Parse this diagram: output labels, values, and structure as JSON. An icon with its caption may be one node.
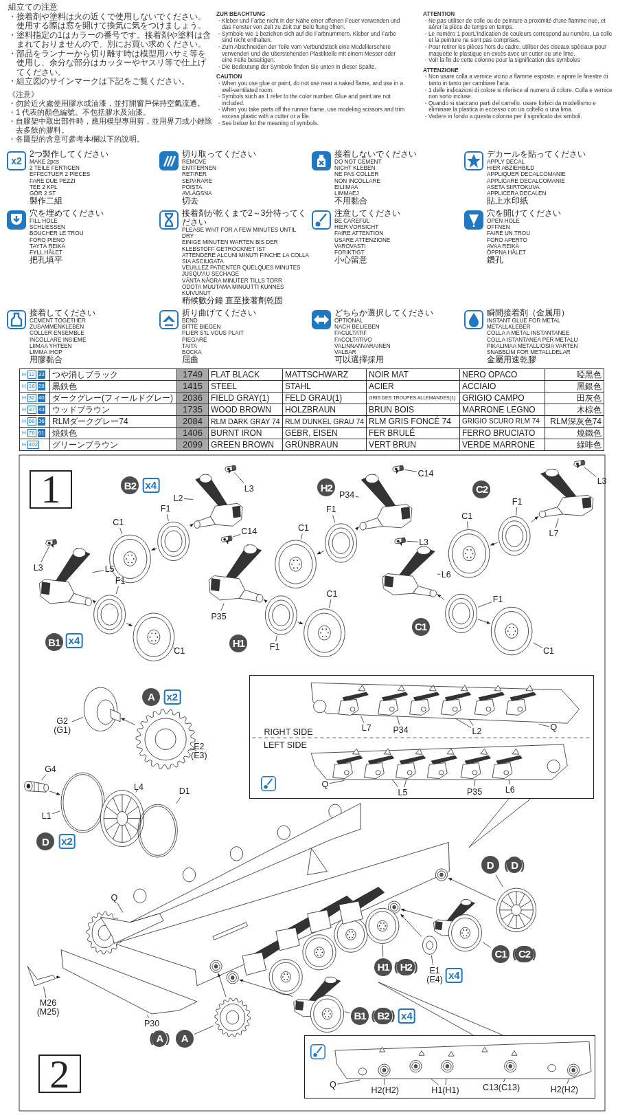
{
  "diagram": {
    "nodes": [
      {
        "text": [
          "1"
        ]
      },
      {
        "text": [
          "B2"
        ]
      },
      {
        "text": [
          "x4"
        ]
      },
      {
        "text": [
          "L3"
        ]
      },
      {
        "text": [
          "L2"
        ]
      },
      {
        "text": [
          "F1"
        ]
      },
      {
        "text": [
          "C1"
        ]
      },
      {
        "text": [
          "H2"
        ]
      },
      {
        "text": [
          "C14"
        ]
      },
      {
        "text": [
          "P34"
        ]
      },
      {
        "text": [
          "F1"
        ]
      },
      {
        "text": [
          "C1"
        ]
      },
      {
        "text": [
          "C2"
        ]
      },
      {
        "text": [
          "L3"
        ]
      },
      {
        "text": [
          "F1"
        ]
      },
      {
        "text": [
          "C1"
        ]
      },
      {
        "text": [
          "L7"
        ]
      },
      {
        "text": [
          "C14"
        ]
      },
      {
        "text": [
          "L3"
        ]
      },
      {
        "text": [
          "L6"
        ]
      },
      {
        "text": [
          "L3"
        ]
      },
      {
        "text": [
          "L5"
        ]
      },
      {
        "text": [
          "F1"
        ]
      },
      {
        "text": [
          "C1"
        ]
      },
      {
        "text": [
          "F1"
        ]
      },
      {
        "text": [
          "P35"
        ]
      },
      {
        "text": [
          "C1"
        ]
      },
      {
        "text": [
          "B1"
        ]
      },
      {
        "text": [
          "x4"
        ]
      },
      {
        "text": [
          "H1"
        ]
      },
      {
        "text": [
          "C1"
        ]
      },
      {
        "text": [
          "F1"
        ]
      },
      {
        "text": [
          "C1"
        ]
      },
      {
        "text": [
          "RIGHT SIDE",
          "LEFT SIDE"
        ]
      },
      {
        "text": [
          "L7"
        ],
        "in": 33
      },
      {
        "text": [
          "P34"
        ],
        "in": 33
      },
      {
        "text": [
          "L2"
        ],
        "in": 33
      },
      {
        "text": [
          "Q"
        ],
        "in": 33
      },
      {
        "text": [
          "Q"
        ],
        "in": 33
      },
      {
        "text": [
          "L5"
        ],
        "in": 33
      },
      {
        "text": [
          "P35"
        ],
        "in": 33
      },
      {
        "text": [
          "L6"
        ],
        "in": 33
      },
      {
        "text": [
          "A"
        ]
      },
      {
        "text": [
          "x2"
        ]
      },
      {
        "text": [
          "G2 (G1)"
        ]
      },
      {
        "text": [
          "E2 (E3)"
        ]
      },
      {
        "text": [
          "G4"
        ]
      },
      {
        "text": [
          "L4"
        ]
      },
      {
        "text": [
          "D1"
        ]
      },
      {
        "text": [
          "L1"
        ]
      },
      {
        "text": [
          "D"
        ]
      },
      {
        "text": [
          "x2"
        ]
      },
      {
        "text": [
          "D"
        ]
      },
      {
        "text": [
          "(D)"
        ]
      },
      {
        "text": [
          "Q"
        ]
      },
      {
        "text": [
          "C1"
        ]
      },
      {
        "text": [
          "(C2)"
        ]
      },
      {
        "text": [
          "H1"
        ]
      },
      {
        "text": [
          "(H2)"
        ]
      },
      {
        "text": [
          "E1 (E4)"
        ]
      },
      {
        "text": [
          "x4"
        ]
      },
      {
        "text": [
          "M26 (M25)"
        ]
      },
      {
        "text": [
          "P30"
        ]
      },
      {
        "text": [
          "B1"
        ]
      },
      {
        "text": [
          "(B2)"
        ]
      },
      {
        "text": [
          "x4"
        ]
      },
      {
        "text": [
          "(A)"
        ]
      },
      {
        "text": [
          "A"
        ]
      },
      {
        "text": [],
        "shape": "box"
      },
      {
        "text": [
          "Q"
        ],
        "in": 68
      },
      {
        "text": [
          "H2(H2)"
        ],
        "in": 68
      },
      {
        "text": [
          "H1(H1)"
        ],
        "in": 68
      },
      {
        "text": [
          "C13(C13)"
        ],
        "in": 68
      },
      {
        "text": [
          "H2(H2)"
        ],
        "in": 68
      },
      {
        "text": [
          "2"
        ]
      },
      {
        "text": [],
        "shape": "picture"
      },
      {
        "text": [],
        "shape": "picture"
      },
      {
        "text": [],
        "shape": "picture"
      },
      {
        "text": [],
        "shape": "picture"
      },
      {
        "text": [],
        "shape": "picture"
      },
      {
        "text": [],
        "shape": "picture"
      },
      {
        "text": [],
        "shape": "picture"
      },
      {
        "text": [],
        "shape": "picture"
      },
      {
        "text": [],
        "shape": "picture"
      },
      {
        "text": [],
        "shape": "picture"
      },
      {
        "text": [],
        "shape": "picture"
      },
      {
        "text": [],
        "shape": "picture"
      },
      {
        "text": [],
        "shape": "picture"
      },
      {
        "text": [],
        "shape": "picture"
      },
      {
        "text": [],
        "shape": "picture"
      },
      {
        "text": [],
        "shape": "picture"
      },
      {
        "text": [],
        "shape": "picture"
      },
      {
        "text": [],
        "shape": "picture"
      },
      {
        "text": [],
        "shape": "picture"
      },
      {
        "text": [],
        "shape": "picture"
      },
      {
        "text": [],
        "shape": "picture"
      },
      {
        "text": [],
        "shape": "picture"
      },
      {
        "text": [],
        "shape": "picture"
      },
      {
        "text": [],
        "shape": "picture"
      },
      {
        "text": [],
        "shape": "picture"
      },
      {
        "text": [],
        "shape": "picture"
      },
      {
        "text": [],
        "shape": "picture"
      },
      {
        "text": [],
        "shape": "picture"
      },
      {
        "text": [],
        "shape": "picture"
      },
      {
        "text": [],
        "shape": "picture"
      },
      {
        "text": [],
        "shape": "picture"
      },
      {
        "text": [],
        "shape": "picture"
      },
      {
        "text": [],
        "shape": "picture"
      },
      {
        "text": [],
        "shape": "picture"
      },
      {
        "text": [],
        "shape": "picture"
      },
      {
        "text": [],
        "shape": "picture"
      },
      {
        "text": [],
        "shape": "picture"
      },
      {
        "text": [],
        "shape": "picture"
      },
      {
        "text": [],
        "shape": "picture"
      },
      {
        "text": [],
        "shape": "picture"
      },
      {
        "text": [],
        "shape": "picture"
      },
      {
        "text": [],
        "shape": "picture"
      },
      {
        "text": [],
        "shape": "picture"
      },
      {
        "text": [],
        "shape": "picture",
        "in": 33
      },
      {
        "text": [],
        "shape": "picture",
        "in": 118
      },
      {
        "text": [],
        "shape": "picture",
        "in": 118
      },
      {
        "text": [],
        "shape": "picture",
        "in": 118
      },
      {
        "text": [],
        "shape": "picture",
        "in": 118
      },
      {
        "text": [],
        "shape": "picture",
        "in": 118
      },
      {
        "text": [],
        "shape": "picture",
        "in": 118
      },
      {
        "text": [],
        "shape": "picture",
        "in": 33
      },
      {
        "text": [],
        "shape": "picture",
        "in": 125
      },
      {
        "text": [],
        "shape": "picture",
        "in": 125
      },
      {
        "text": [],
        "shape": "picture",
        "in": 125
      },
      {
        "text": [],
        "shape": "picture",
        "in": 125
      },
      {
        "text": [],
        "shape": "picture",
        "in": 125
      },
      {
        "text": [],
        "shape": "picture",
        "in": 125
      },
      {
        "text": [],
        "shape": "picture",
        "in": 68
      },
      {
        "text": [],
        "shape": "picture",
        "in": 132
      },
      {
        "text": [],
        "shape": "picture",
        "in": 132
      },
      {
        "text": [],
        "shape": "picture",
        "in": 132
      },
      {
        "text": [],
        "shape": "picture",
        "in": 132
      },
      {
        "text": [],
        "shape": "picture",
        "in": 132
      },
      {
        "text": [
          "x2"
        ]
      }
    ],
    "edges": [
      {
        "from": 3,
        "to": 78,
        "arrow": "none"
      },
      {
        "from": 4,
        "to": 77,
        "arrow": "none"
      },
      {
        "from": 5,
        "to": 76,
        "arrow": "none"
      },
      {
        "from": 6,
        "to": 75,
        "arrow": "none"
      },
      {
        "from": 8,
        "to": 82,
        "arrow": "none"
      },
      {
        "from": 9,
        "to": 81,
        "arrow": "none"
      },
      {
        "from": 10,
        "to": 80,
        "arrow": "none"
      },
      {
        "from": 11,
        "to": 79,
        "arrow": "none"
      },
      {
        "from": 13,
        "to": 86,
        "arrow": "none"
      },
      {
        "from": 14,
        "to": 84,
        "arrow": "none"
      },
      {
        "from": 15,
        "to": 83,
        "arrow": "none"
      },
      {
        "from": 16,
        "to": 85,
        "arrow": "none"
      },
      {
        "from": 17,
        "to": 94,
        "arrow": "none"
      },
      {
        "from": 18,
        "to": 98,
        "arrow": "none"
      },
      {
        "from": 19,
        "to": 97,
        "arrow": "none"
      },
      {
        "from": 20,
        "to": 90,
        "arrow": "none"
      },
      {
        "from": 21,
        "to": 89,
        "arrow": "none"
      },
      {
        "from": 22,
        "to": 88,
        "arrow": "none"
      },
      {
        "from": 23,
        "to": 91,
        "arrow": "none"
      },
      {
        "from": 24,
        "to": 96,
        "arrow": "none"
      },
      {
        "from": 25,
        "to": 93,
        "arrow": "none"
      },
      {
        "from": 26,
        "to": 95,
        "arrow": "none"
      },
      {
        "from": 30,
        "to": 87,
        "arrow": "none"
      },
      {
        "from": 31,
        "to": 92,
        "arrow": "none"
      },
      {
        "from": 76,
        "to": 77,
        "arrow": "to"
      },
      {
        "from": 76,
        "to": 75,
        "arrow": "to"
      },
      {
        "from": 78,
        "to": 77,
        "arrow": "to"
      },
      {
        "from": 80,
        "to": 81,
        "arrow": "to"
      },
      {
        "from": 80,
        "to": 79,
        "arrow": "to"
      },
      {
        "from": 82,
        "to": 81,
        "arrow": "to"
      },
      {
        "from": 84,
        "to": 85,
        "arrow": "to"
      },
      {
        "from": 84,
        "to": 83,
        "arrow": "to"
      },
      {
        "from": 86,
        "to": 85,
        "arrow": "to"
      },
      {
        "from": 88,
        "to": 89,
        "arrow": "to"
      },
      {
        "from": 88,
        "to": 87,
        "arrow": "to"
      },
      {
        "from": 90,
        "to": 89,
        "arrow": "to"
      },
      {
        "from": 92,
        "to": 93,
        "arrow": "to"
      },
      {
        "from": 92,
        "to": 91,
        "arrow": "to"
      },
      {
        "from": 94,
        "to": 93,
        "arrow": "to"
      },
      {
        "from": 96,
        "to": 97,
        "arrow": "to"
      },
      {
        "from": 96,
        "to": 95,
        "arrow": "to"
      },
      {
        "from": 98,
        "to": 97,
        "arrow": "to"
      },
      {
        "from": 33,
        "to": null,
        "arrow": "none"
      },
      {
        "from": 34,
        "to": 119,
        "arrow": "none"
      },
      {
        "from": 35,
        "to": 120,
        "arrow": "none"
      },
      {
        "from": 36,
        "to": 121,
        "arrow": "none"
      },
      {
        "from": 36,
        "to": 122,
        "arrow": "none"
      },
      {
        "from": 37,
        "to": 118,
        "arrow": "none"
      },
      {
        "from": 38,
        "to": 125,
        "arrow": "none"
      },
      {
        "from": 39,
        "to": 127,
        "arrow": "none"
      },
      {
        "from": 39,
        "to": 128,
        "arrow": "none"
      },
      {
        "from": 40,
        "to": 130,
        "arrow": "none"
      },
      {
        "from": 41,
        "to": 131,
        "arrow": "none"
      },
      {
        "from": 44,
        "to": 99,
        "arrow": "none"
      },
      {
        "from": 45,
        "to": 100,
        "arrow": "none"
      },
      {
        "from": 46,
        "to": 101,
        "arrow": "none"
      },
      {
        "from": 47,
        "to": 103,
        "arrow": "none"
      },
      {
        "from": 48,
        "to": 104,
        "arrow": "none"
      },
      {
        "from": 49,
        "to": 102,
        "arrow": "none"
      },
      {
        "from": 52,
        "to": 108,
        "arrow": "none"
      },
      {
        "from": 54,
        "to": 105,
        "arrow": "none"
      },
      {
        "from": 55,
        "to": 110,
        "arrow": "none"
      },
      {
        "from": 57,
        "to": 113,
        "arrow": "none"
      },
      {
        "from": 59,
        "to": 112,
        "arrow": "none"
      },
      {
        "from": 61,
        "to": 107,
        "arrow": "none"
      },
      {
        "from": 62,
        "to": 106,
        "arrow": "none"
      },
      {
        "from": 63,
        "to": 114,
        "arrow": "none"
      },
      {
        "from": 67,
        "to": 116,
        "arrow": "none"
      },
      {
        "from": 100,
        "to": 99,
        "arrow": "to"
      },
      {
        "from": 101,
        "to": 102,
        "arrow": "to"
      },
      {
        "from": 108,
        "to": 109,
        "arrow": "to"
      },
      {
        "from": 110,
        "to": 111,
        "arrow": "to"
      },
      {
        "from": 112,
        "to": 111,
        "arrow": "to"
      },
      {
        "from": 114,
        "to": 115,
        "arrow": "to"
      },
      {
        "from": 116,
        "to": 117,
        "arrow": "to"
      },
      {
        "from": 107,
        "to": 106,
        "arrow": "to"
      },
      {
        "from": 68,
        "to": null,
        "arrow": "none"
      },
      {
        "from": 69,
        "to": 132,
        "arrow": "none"
      },
      {
        "from": 70,
        "to": 133,
        "arrow": "none"
      },
      {
        "from": 71,
        "to": 134,
        "arrow": "none"
      },
      {
        "from": 71,
        "to": 135,
        "arrow": "none"
      },
      {
        "from": 72,
        "to": 136,
        "arrow": "none"
      },
      {
        "from": 73,
        "to": 137,
        "arrow": "none"
      }
    ],
    "labels": [
      "組立ての注意",
      "・接着剤や塗料は火の近くで使用しないでください。使用する際は窓を開けて換気に気をつけましょう。",
      "・塗料指定の1はカラーの番号です。接着剤や塗料は含まれておりませんので、別にお買い求めください。",
      "・部品をランナーから切り離す時は模型用ハサミ等を使用し、余分な部分はカッターやヤスリ等で仕上げてください。",
      "・組立図のサインマークは下記をご覧ください。",
      "《注意》",
      "・勿於近火處使用膠水或油漆，並打開窗戶保持空氣流通。",
      "・1 代表的顏色編號。不包括膠水及油漆。",
      "・自膠架中取出部件時，應用模型專用剪，並用界刀或小銼除去多餘的膠料。",
      "・各圖型的含意可參考本欄以下的說明。",
      "ZUR BEACHTUNG",
      "・Kleber und Farbe nicht in der Nähe einer offenen Feuer verwenden und das Fenster von Zeit zu Zeit zur Belü ftung öfnen.",
      "・Symbole wie 1 beziehen sich auf die Farbnummern. Kleber und Farbe sind nicht enthalten.",
      "・Zum Abschneiden der Teile vom Verbundstück eine Modellierschere verwenden und die überstehenden Plastikteile mit einem Messer oder eine Feile beseitigen.",
      "・Die Bedeutung der Symbole finden Sie unten in dieser Spalte.",
      "CAUTION",
      "・When you use glue or paint, do not use near a naked flame, and use in a well-ventilated room.",
      "・Symbols such as 1 refer to the color number. Glue and paint are not included.",
      "・When you take parts off the runner frame, use modeling scissors and trim excess plastic with a cutter or a file.",
      "・See below for the meaning of symbols.",
      "ATTENTION",
      "・Ne pas utiliser de colle ou de peinture a proximité d'une flamme nue, et aérer la pièce de temps en temps.",
      "・Le numéro 1 pourL'indication de couleurs correspond au numèro. La colle et la peinture ne sont pas comprises.",
      "・Pour retirer les pièces hors du cadre, utiliser des ciseaux spèciaux pour maquette le plastique en excès avec un cutter ou une lime.",
      "・Voir la fin de cette colonne pour la signification des symboles",
      "ATTENZIONE",
      "・Non usare colla a vernice vicino a flamme esposte. e aprire le finestre di tanto in tanto per cambiare l'aria.",
      "・1 delle indicazioni di colore si riferisce al numero di colore. Colla e vernice non sono incluse.",
      "・Quando si staccano parti del carrello. usare forbici da modellismo e eliminare la plastica in eccesso con un coltello o una lima.",
      "・Vedere in fondo a questa colonna per il significato dei simboli.",
      "2つ製作してください",
      "MAKE 2pcs",
      "2 TEILE FERTIGEN",
      "EFFECTUER 2 PIECES",
      "FARE DUE PEZZI",
      "TEE 2 KPL",
      "GÖR 2 ST",
      "製作二組",
      "切り取ってください",
      "REMOVE",
      "ENTFERNEN",
      "RETIRER",
      "SEPARARE",
      "POISTA",
      "AVLÄGSNA",
      "切去",
      "接着しないでください",
      "DO NOT CEMENT",
      "NICHT KLEBEN",
      "NE PAS COLLER",
      "NON INCOLLARE",
      "EILIIMAA",
      "LIMMAEJ",
      "不用黏合",
      "デカールを貼ってください",
      "APPLY DECAL",
      "HIER ABZIEHBILD",
      "APPLIQUER DECALCOMANIE",
      "APPLICARE DECALCOMANIE",
      "ASETA SIIRTOKUVA",
      "APPLICERA DECALEN",
      "貼上水印紙",
      "穴を埋めてください",
      "FILL HOLE",
      "SCHLIESSEN",
      "BOUCHER LE TROU",
      "FORO PIENO",
      "TAYTÄ REIKÄ",
      "FYLL HÅLET",
      "把孔填平",
      "接着剤が乾くまで2～3分待ってください",
      "PLEASE WAIT FOR A FEW MINUTES UNTIL DRY",
      "EINIGE MINUTEN WARTEN BIS DER KLEBSTOFF GETROCKNET IST",
      "ATTENDERE ALCUNI MINUTI FINCHE LA COLLA SIA ASCIUGATA",
      "VEUILLEZ PATIENTER QUELQUES MINUTES JUSQU'AU SECHAGE",
      "VÄNTA NÅGRA MINUTER TILLS TORR",
      "ODOTA MUUTAMA MINUUTTI KUNNES KUIVUNUT",
      "稍候數分鐘 直至接著劑乾固",
      "注意してください",
      "BE CAREFUL",
      "HIER VORSICHT",
      "FAIRE ATTENTION",
      "USARE ATTENZIONE",
      "VAROVASTI",
      "FORIKTIGT",
      "小心留意",
      "穴を開けてください",
      "OPEN HOLE",
      "OFFNEN",
      "FAIRE UN TROU",
      "FORO APERTO",
      "AVAA REIKÄ",
      "ÖPPNA HÅLET",
      "鑽孔",
      "接着してください",
      "CEMENT TOGETHER",
      "ZUSAMMENKLEBEN",
      "COLLER ENSEMBLE",
      "INCOLLARE INSIEME",
      "LIIMAA YHTEEN",
      "LIMMA IHOP",
      "用膠黏合",
      "折り曲げてください",
      "BEND",
      "BITTE BIEGEN",
      "PLIER S'IL VOUS PLAIT",
      "PIEGARE",
      "TAITA",
      "BOCKA",
      "屈曲",
      "どちらか選択してください",
      "OPTIONAL",
      "NACH BELIEBEN",
      "FACULTATIF",
      "FACOLTATIVO",
      "VALINNANVARAINEN",
      "VALBAR",
      "可以選擇採用",
      "瞬間接着剤（金属用）",
      "INSTANT GLUE FOR METAL",
      "METALLKLEBER",
      "COLLA A METAL INSTANTANEE",
      "COLLA ISTANTANEA PER METALU",
      "PIKALIMAA METALLIOSIA VARTEN",
      "SNABBLIM FOR METALLDELAR",
      "金屬用速乾膠",
      "H",
      "12",
      "33",
      "つや消しブラック",
      "1749",
      "FLAT BLACK",
      "MATTSCHWARZ",
      "NOIR MAT",
      "NERO OPACO",
      "啞黑色",
      "H",
      "18",
      "28",
      "黒鉄色",
      "1415",
      "STEEL",
      "STAHL",
      "ACIER",
      "ACCIAIO",
      "黑銀色",
      "H",
      "32",
      "40",
      "ダークグレー(フィールドグレー)",
      "2036",
      "FIELD GRAY(1)",
      "FELD GRAU(1)",
      "GRIS DES TROUPES ALLEMANDES(1)",
      "GRIGIO CAMPO",
      "田灰色",
      "H",
      "37",
      "43",
      "ウッドブラウン",
      "1735",
      "WOOD BROWN",
      "HOLZBRAUN",
      "BRUN BOIS",
      "MARRONE LEGNO",
      "木棕色",
      "H",
      "68",
      "36",
      "RLMダークグレー74",
      "2084",
      "RLM DARK GRAY 74",
      "RLM DUNKEL GRAU 74",
      "RLM GRIS FONCÉ 74",
      "GRIGIO SCURO RLM 74",
      "RLM深灰色74",
      "H",
      "76",
      "61",
      "焼鉄色",
      "1406",
      "BURNT IRON",
      "GEBR, EISEN",
      "FER BRULÉ",
      "FERRO BRUCIATO",
      "燒鐵色",
      "H",
      "402",
      "グリーンブラウン",
      "2099",
      "GREEN BROWN",
      "GRÜNBRAUN",
      "VERT BRUN",
      "VERDE MARRONE",
      "綠啡色"
    ]
  }
}
